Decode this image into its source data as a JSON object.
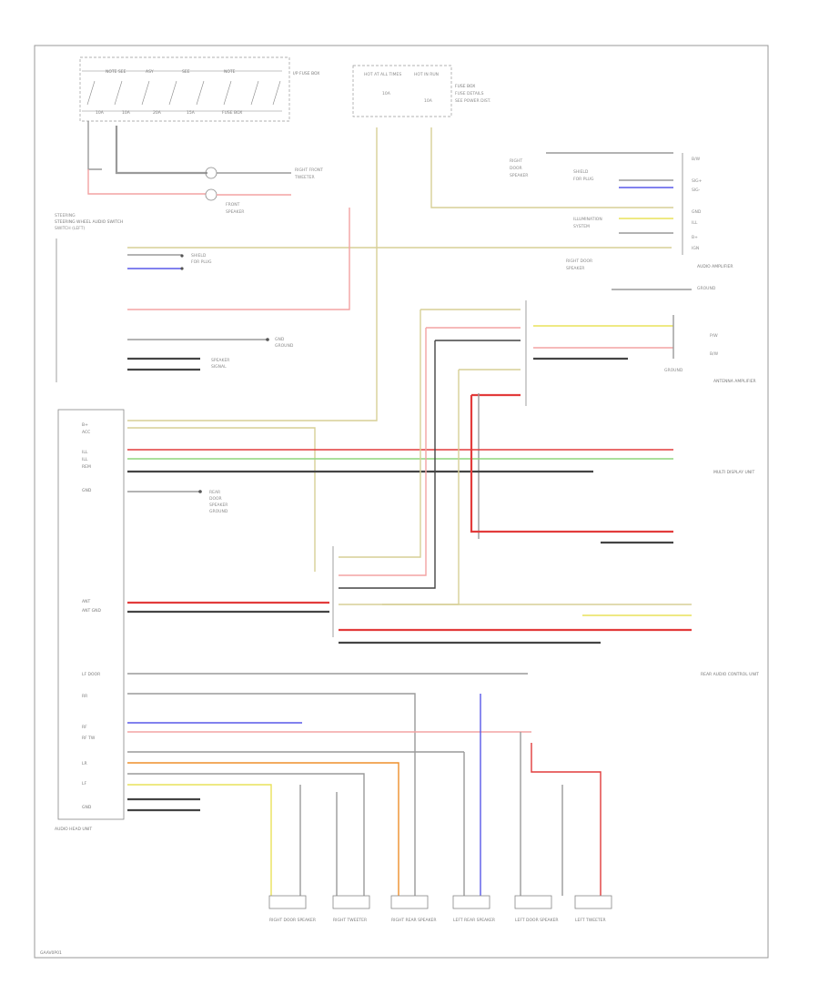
{
  "figure_id": "GAAV0P01",
  "labels": {
    "top_fuse_box": "I/P FUSE BOX",
    "fuse_rows": "FUSE",
    "relay_box": "FUSE BOX",
    "head_unit": "AUDIO HEAD UNIT",
    "steering_switch": "STEERING WHEEL AUDIO SWITCH",
    "amp": "AUDIO AMPLIFIER",
    "antenna": "ANTENNA AMPLIFIER",
    "rear_amp": "REAR AUDIO CONTROL UNIT",
    "display": "MULTI DISPLAY UNIT",
    "speakers": [
      "RIGHT DOOR SPEAKER",
      "RIGHT TWEETER",
      "RIGHT REAR SPEAKER",
      "LEFT REAR SPEAKER",
      "LEFT DOOR SPEAKER",
      "LEFT TWEETER"
    ]
  }
}
